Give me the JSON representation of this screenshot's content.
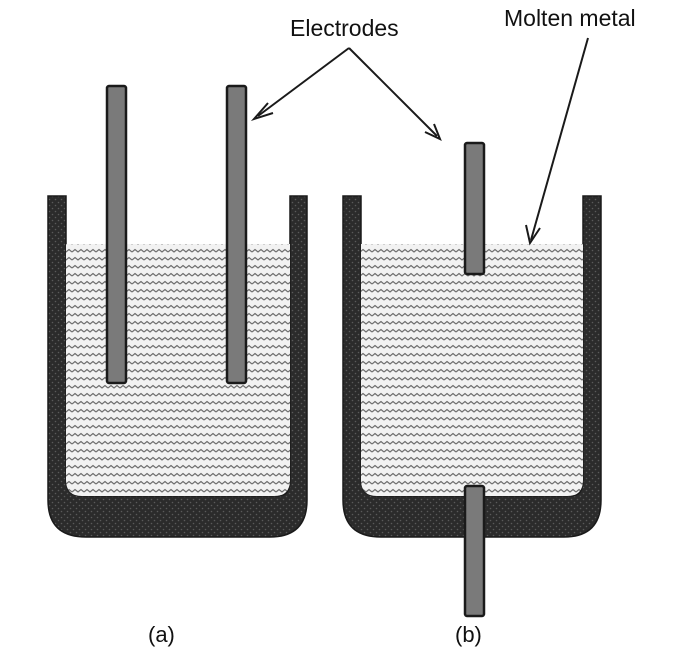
{
  "labels": {
    "electrodes": "Electrodes",
    "molten_metal": "Molten metal"
  },
  "captions": {
    "a": "(a)",
    "b": "(b)"
  },
  "colors": {
    "electrode_fill": "#7a7a7a",
    "electrode_stroke": "#1a1a1a",
    "vessel_wall": "#2b2b2b",
    "molten_pattern_line": "#6d6d6d",
    "molten_background": "#f2f2f2"
  }
}
